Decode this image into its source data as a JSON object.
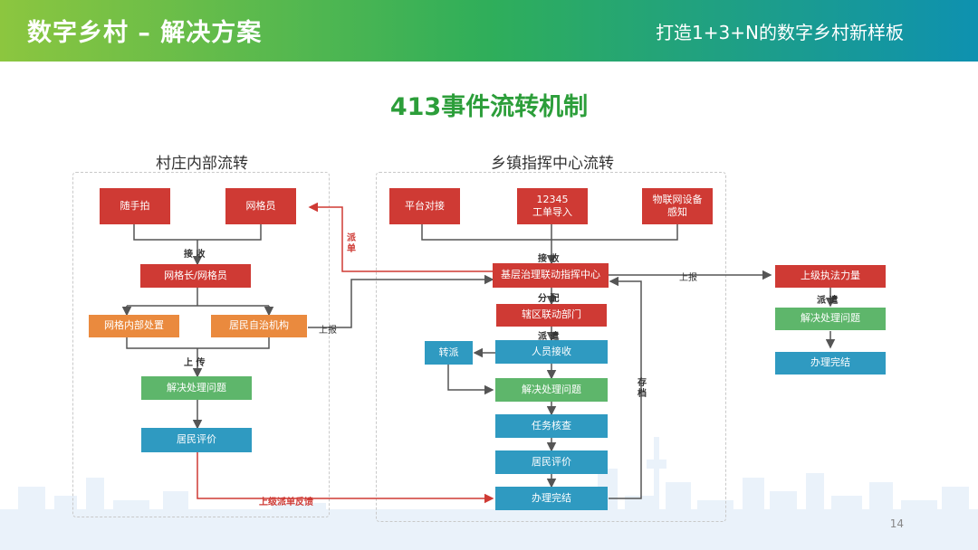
{
  "header": {
    "title": "数字乡村 – 解决方案",
    "subtitle": "打造1+3+N的数字乡村新样板"
  },
  "main_title": "413事件流转机制",
  "left": {
    "title": "村庄内部流转",
    "nodes": {
      "suishoupai": "随手拍",
      "wangge_a": "网格员",
      "wanggezhang": "网格长/网格员",
      "neibu": "网格内部处置",
      "zizhi": "居民自治机构",
      "jiejue": "解决处理问题",
      "pingjia": "居民评价"
    },
    "labels": {
      "jieshou": "接 收",
      "shangchuan": "上 传",
      "shangbao": "上报",
      "paidan": "派单",
      "fankui": "上级派单反馈"
    }
  },
  "center": {
    "title": "乡镇指挥中心流转",
    "nodes": {
      "pingtai": "平台对接",
      "gongdan": "12345\n工单导入",
      "wulian": "物联网设备\n感知",
      "zhihui": "基层治理联动指挥中心",
      "bumen": "辖区联动部门",
      "zhuanpai": "转派",
      "renyuan": "人员接收",
      "jiejue": "解决处理问题",
      "hecha": "任务核查",
      "pingjia": "居民评价",
      "banjie": "办理完结"
    },
    "labels": {
      "jieshou": "接 收",
      "fenpei": "分 配",
      "paiqian": "派 遣",
      "cundang": "存档",
      "shangbao": "上报"
    }
  },
  "right": {
    "nodes": {
      "zhifa": "上级执法力量",
      "jiejue": "解决处理问题",
      "banjie": "办理完结"
    },
    "labels": {
      "paiqian": "派 遣"
    }
  },
  "page_number": "14",
  "colors": {
    "red": "#cf3a34",
    "orange": "#ea8a3e",
    "green": "#5eb66b",
    "blue": "#2f9ac1",
    "title_green": "#2c9e3a"
  }
}
